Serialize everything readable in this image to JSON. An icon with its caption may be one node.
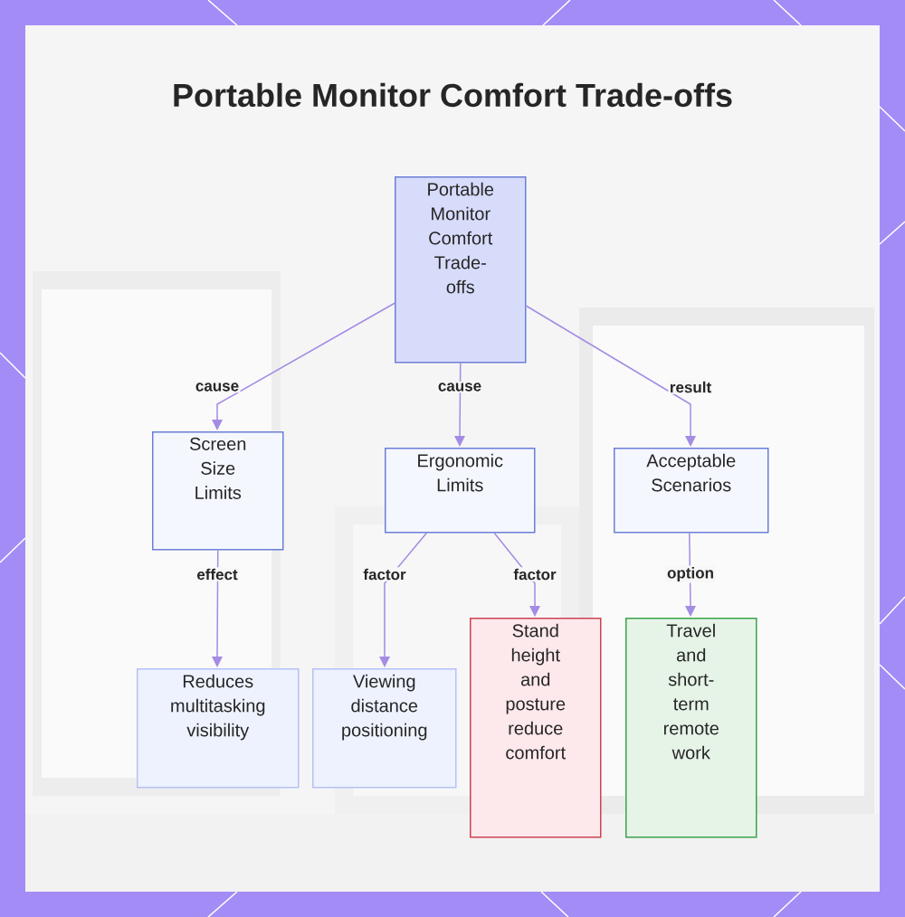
{
  "diagram": {
    "title": "Portable Monitor Comfort Trade-offs",
    "nodes": [
      {
        "text": [
          "Portable Monitor Comfort Trade-offs"
        ]
      },
      {
        "text": [
          "Screen Size Limits"
        ]
      },
      {
        "text": [
          "Ergonomic Limits"
        ]
      },
      {
        "text": [
          "Acceptable Scenarios"
        ]
      },
      {
        "text": [
          "Reduces multitasking visibility"
        ]
      },
      {
        "text": [
          "Viewing distance positioning"
        ]
      },
      {
        "text": [
          "Stand height and posture reduce comfort"
        ]
      },
      {
        "text": [
          "Travel and short-term remote work"
        ]
      }
    ],
    "edges": [
      {
        "from": 0,
        "to": 1,
        "arrow": "to",
        "label": "cause"
      },
      {
        "from": 0,
        "to": 2,
        "arrow": "to",
        "label": "cause"
      },
      {
        "from": 0,
        "to": 3,
        "arrow": "to",
        "label": "result"
      },
      {
        "from": 1,
        "to": 4,
        "arrow": "to",
        "label": "effect"
      },
      {
        "from": 2,
        "to": 5,
        "arrow": "to",
        "label": "factor"
      },
      {
        "from": 2,
        "to": 6,
        "arrow": "to",
        "label": "factor"
      },
      {
        "from": 3,
        "to": 7,
        "arrow": "to",
        "label": "option"
      }
    ]
  }
}
